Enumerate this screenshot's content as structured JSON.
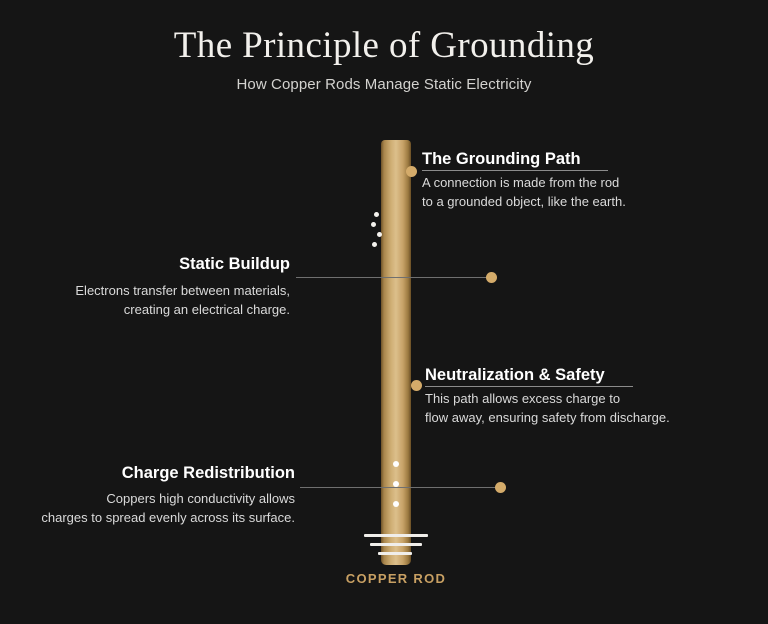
{
  "header": {
    "title": "The Principle of Grounding",
    "subtitle": "How Copper Rods Manage Static Electricity"
  },
  "diagram": {
    "rod_label": "COPPER ROD",
    "rod_color": "#cfae74",
    "accent_color": "#d4ab6a",
    "background_color": "#151515",
    "ground_symbol": "earth-ground-three-bars"
  },
  "callouts": [
    {
      "id": "grounding-path",
      "heading": "The Grounding Path",
      "body": "A connection is made from the rod\nto a grounded object, like the earth.",
      "side": "right"
    },
    {
      "id": "static-buildup",
      "heading": "Static Buildup",
      "body": "Electrons transfer between materials,\ncreating an electrical charge.",
      "side": "left"
    },
    {
      "id": "neutralization-safety",
      "heading": "Neutralization & Safety",
      "body": "This path allows excess charge to\nflow away, ensuring safety from discharge.",
      "side": "right"
    },
    {
      "id": "charge-redistribution",
      "heading": "Charge Redistribution",
      "body": "Coppers high conductivity allows\ncharges to spread evenly across its surface.",
      "side": "left"
    }
  ]
}
